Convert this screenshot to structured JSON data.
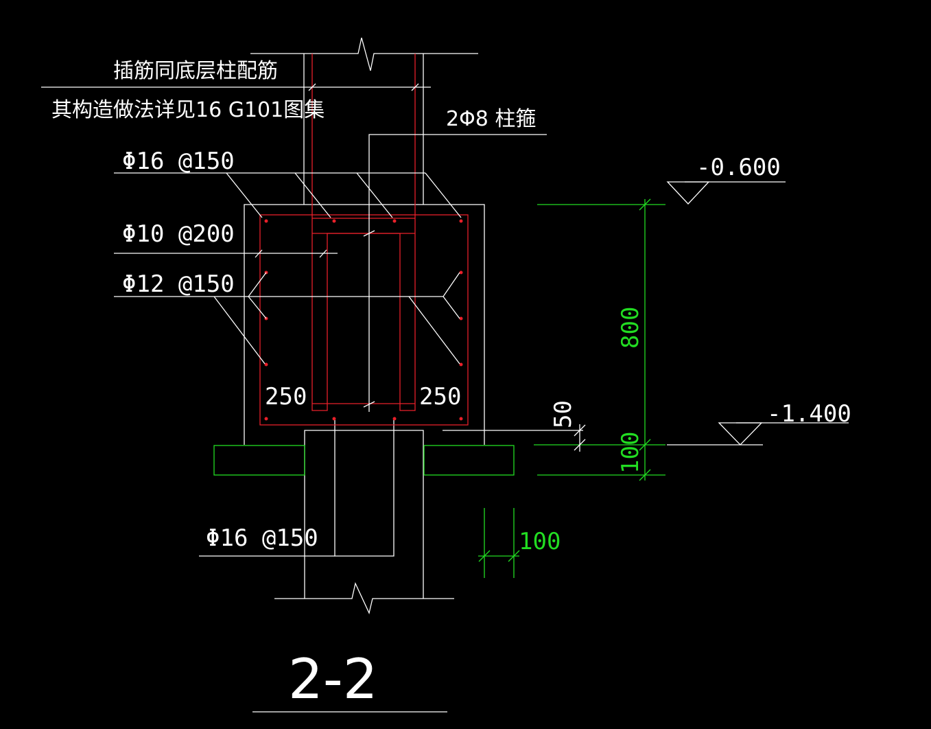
{
  "notes": {
    "dowel_note": "插筋同底层柱配筋",
    "detail_note": "其构造做法详见16 G101图集",
    "stirrup_label": "2Φ8 柱箍"
  },
  "rebar": {
    "top_bars": "Φ16 @150",
    "mid_bars": "Φ10 @200",
    "side_bars": "Φ12 @150",
    "bottom_bars": "Φ16 @150"
  },
  "dimensions": {
    "left_width": "250",
    "right_width": "250",
    "depth": "800",
    "cover": "50",
    "slab_thickness": "100",
    "wall_thickness": "100"
  },
  "elevations": {
    "top": "-0.600",
    "bottom": "-1.400"
  },
  "section": {
    "title": "2-2"
  },
  "colors": {
    "background": "#000000",
    "outline": "#ffffff",
    "rebar": "#e8202a",
    "dimension": "#22dd22"
  }
}
